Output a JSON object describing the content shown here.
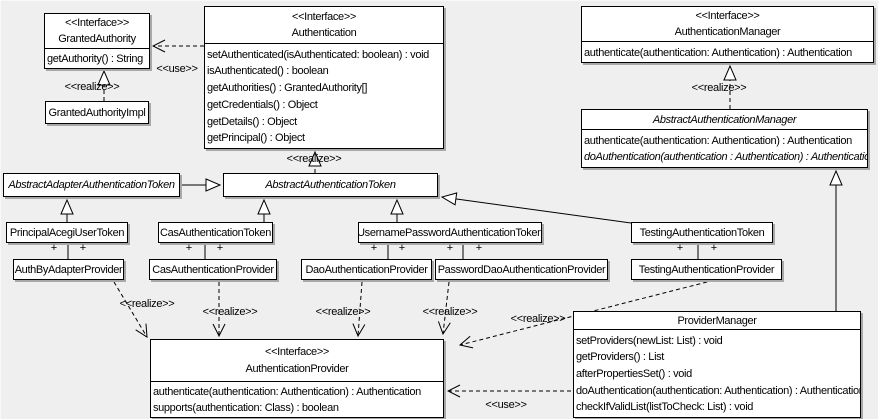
{
  "diagram": {
    "background_color": "#efefef",
    "box_fill": "#ffffff",
    "box_border": "#000000",
    "box_shadow": "#a8a8a8"
  },
  "edge_labels": {
    "realize": "<<realize>>",
    "use": "<<use>>",
    "plus": "+"
  },
  "classes": {
    "granted_authority": {
      "stereotype": "<<Interface>>",
      "name": "GrantedAuthority",
      "methods": [
        "getAuthority() : String"
      ]
    },
    "granted_authority_impl": {
      "name": "GrantedAuthorityImpl"
    },
    "authentication": {
      "stereotype": "<<Interface>>",
      "name": "Authentication",
      "methods": [
        "setAuthenticated(isAuthenticated: boolean) : void",
        "isAuthenticated() : boolean",
        "getAuthorities() : GrantedAuthority[]",
        "getCredentials() : Object",
        "getDetails() : Object",
        "getPrincipal() : Object"
      ]
    },
    "authentication_manager": {
      "stereotype": "<<Interface>>",
      "name": "AuthenticationManager",
      "methods": [
        "authenticate(authentication: Authentication) : Authentication"
      ]
    },
    "abstract_authentication_manager": {
      "name": "AbstractAuthenticationManager",
      "methods": [
        "authenticate(authentication: Authentication) : Authentication",
        "doAuthentication(authentication : Authentication) : Authentication"
      ]
    },
    "abstract_adapter_authentication_token": {
      "name": "AbstractAdapterAuthenticationToken"
    },
    "abstract_authentication_token": {
      "name": "AbstractAuthenticationToken"
    },
    "principal_acegi_user_token": {
      "name": "PrincipalAcegiUserToken"
    },
    "cas_authentication_token": {
      "name": "CasAuthenticationToken"
    },
    "username_password_authentication_token": {
      "name": "UsernamePasswordAuthenticationToken"
    },
    "testing_authentication_token": {
      "name": "TestingAuthenticationToken"
    },
    "auth_by_adapter_provider": {
      "name": "AuthByAdapterProvider"
    },
    "cas_authentication_provider": {
      "name": "CasAuthenticationProvider"
    },
    "dao_authentication_provider": {
      "name": "DaoAuthenticationProvider"
    },
    "password_dao_authentication_provider": {
      "name": "PasswordDaoAuthenticationProvider"
    },
    "testing_authentication_provider": {
      "name": "TestingAuthenticationProvider"
    },
    "authentication_provider": {
      "stereotype": "<<Interface>>",
      "name": "AuthenticationProvider",
      "methods": [
        "authenticate(authentication: Authentication) : Authentication",
        "supports(authentication: Class) : boolean"
      ]
    },
    "provider_manager": {
      "name": "ProviderManager",
      "methods": [
        "setProviders(newList: List) : void",
        "getProviders() : List",
        "afterPropertiesSet() : void",
        "doAuthentication(authentication: Authentication) : Authentication",
        "checkIfValidList(listToCheck: List) : void"
      ]
    }
  }
}
